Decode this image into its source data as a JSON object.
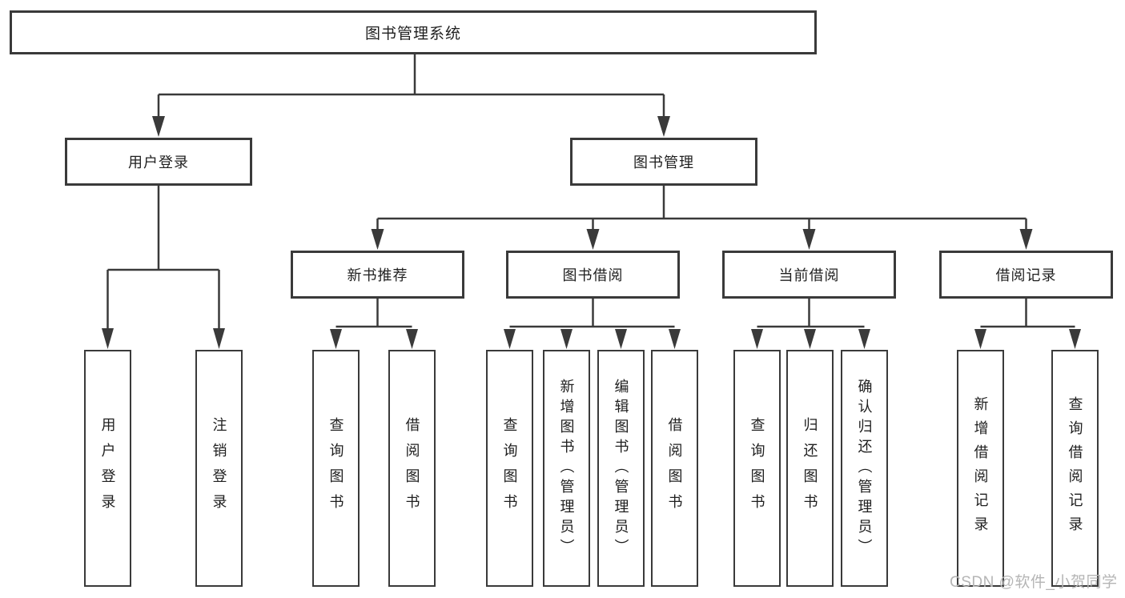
{
  "diagram": {
    "title": "图书管理系统",
    "level2": [
      {
        "label": "用户登录"
      },
      {
        "label": "图书管理"
      }
    ],
    "level3": [
      {
        "label": "新书推荐"
      },
      {
        "label": "图书借阅"
      },
      {
        "label": "当前借阅"
      },
      {
        "label": "借阅记录"
      }
    ],
    "leaves": {
      "user_login": [
        "用户登录",
        "注销登录"
      ],
      "new_book": [
        "查询图书",
        "借阅图书"
      ],
      "book_borrow": [
        "查询图书",
        "新增图书（管理员）",
        "编辑图书（管理员）",
        "借阅图书"
      ],
      "current_borrow": [
        "查询图书",
        "归还图书",
        "确认归还（管理员）"
      ],
      "borrow_record": [
        "新增借阅记录",
        "查询借阅记录"
      ]
    },
    "line_color": "#3a3a3a"
  },
  "watermark": "CSDN @软件_小贺同学"
}
